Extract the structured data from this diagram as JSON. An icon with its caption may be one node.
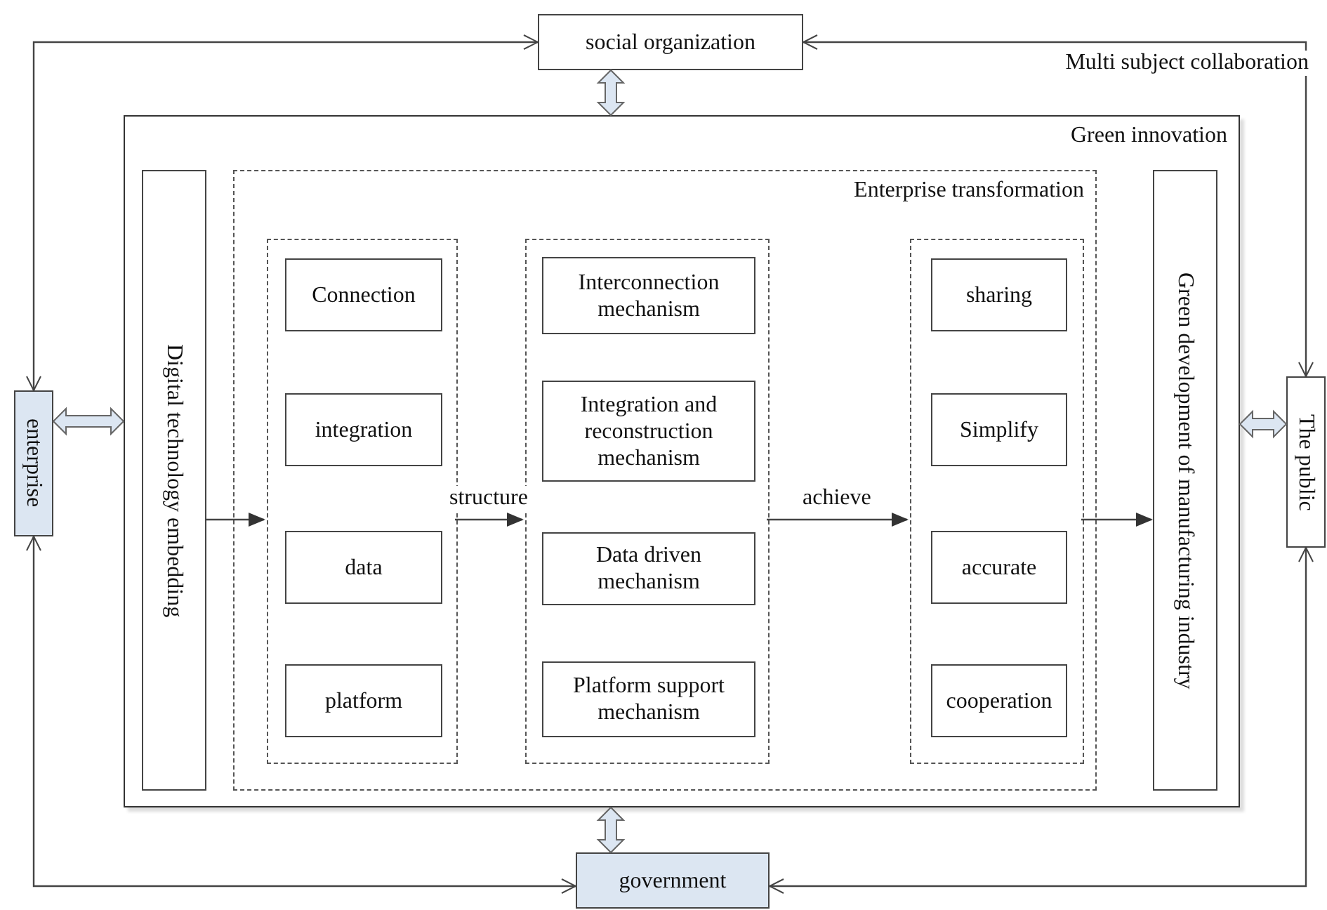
{
  "diagram": {
    "nodes": [
      {
        "text": [
          "social organization"
        ]
      },
      {
        "text": [
          "enterprise"
        ]
      },
      {
        "text": [
          "Green innovation"
        ]
      },
      {
        "text": [
          "Digital technology embedding"
        ],
        "in": 2
      },
      {
        "text": [
          "Enterprise transformation"
        ],
        "in": 2
      },
      {
        "text": [],
        "shape": "box",
        "in": 4
      },
      {
        "text": [
          "Connection"
        ],
        "in": 5
      },
      {
        "text": [
          "integration"
        ],
        "in": 5
      },
      {
        "text": [
          "data"
        ],
        "in": 5
      },
      {
        "text": [
          "platform"
        ],
        "in": 5
      },
      {
        "text": [],
        "shape": "box",
        "in": 4
      },
      {
        "text": [
          "Interconnection mechanism"
        ],
        "in": 10
      },
      {
        "text": [
          "Integration and reconstruction mechanism"
        ],
        "in": 10
      },
      {
        "text": [
          "Data driven mechanism"
        ],
        "in": 10
      },
      {
        "text": [
          "Platform support mechanism"
        ],
        "in": 10
      },
      {
        "text": [],
        "shape": "box",
        "in": 4
      },
      {
        "text": [
          "sharing"
        ],
        "in": 15
      },
      {
        "text": [
          "Simplify"
        ],
        "in": 15
      },
      {
        "text": [
          "accurate"
        ],
        "in": 15
      },
      {
        "text": [
          "cooperation"
        ],
        "in": 15
      },
      {
        "text": [
          "Green development of manufacturing industry"
        ],
        "in": 2
      },
      {
        "text": [
          "The public"
        ]
      },
      {
        "text": [
          "government"
        ]
      }
    ],
    "edges": [
      {
        "from": 1,
        "to": 0,
        "arrow": "both"
      },
      {
        "from": 21,
        "to": 0,
        "arrow": "both"
      },
      {
        "from": 1,
        "to": 22,
        "arrow": "both"
      },
      {
        "from": 21,
        "to": 22,
        "arrow": "both"
      },
      {
        "from": 0,
        "to": 2,
        "arrow": "both",
        "style": "thick",
        "color": "#dce6f2"
      },
      {
        "from": 1,
        "to": 2,
        "arrow": "both",
        "style": "thick",
        "color": "#dce6f2"
      },
      {
        "from": 21,
        "to": 2,
        "arrow": "both",
        "style": "thick",
        "color": "#dce6f2"
      },
      {
        "from": 22,
        "to": 2,
        "arrow": "both",
        "style": "thick",
        "color": "#dce6f2"
      },
      {
        "from": 3,
        "to": 5,
        "arrow": "to"
      },
      {
        "from": 5,
        "to": 10,
        "arrow": "to",
        "label": "structure"
      },
      {
        "from": 10,
        "to": 15,
        "arrow": "to",
        "label": "achieve"
      },
      {
        "from": 15,
        "to": 20,
        "arrow": "to"
      }
    ],
    "labels": [
      "Multi subject collaboration"
    ]
  }
}
